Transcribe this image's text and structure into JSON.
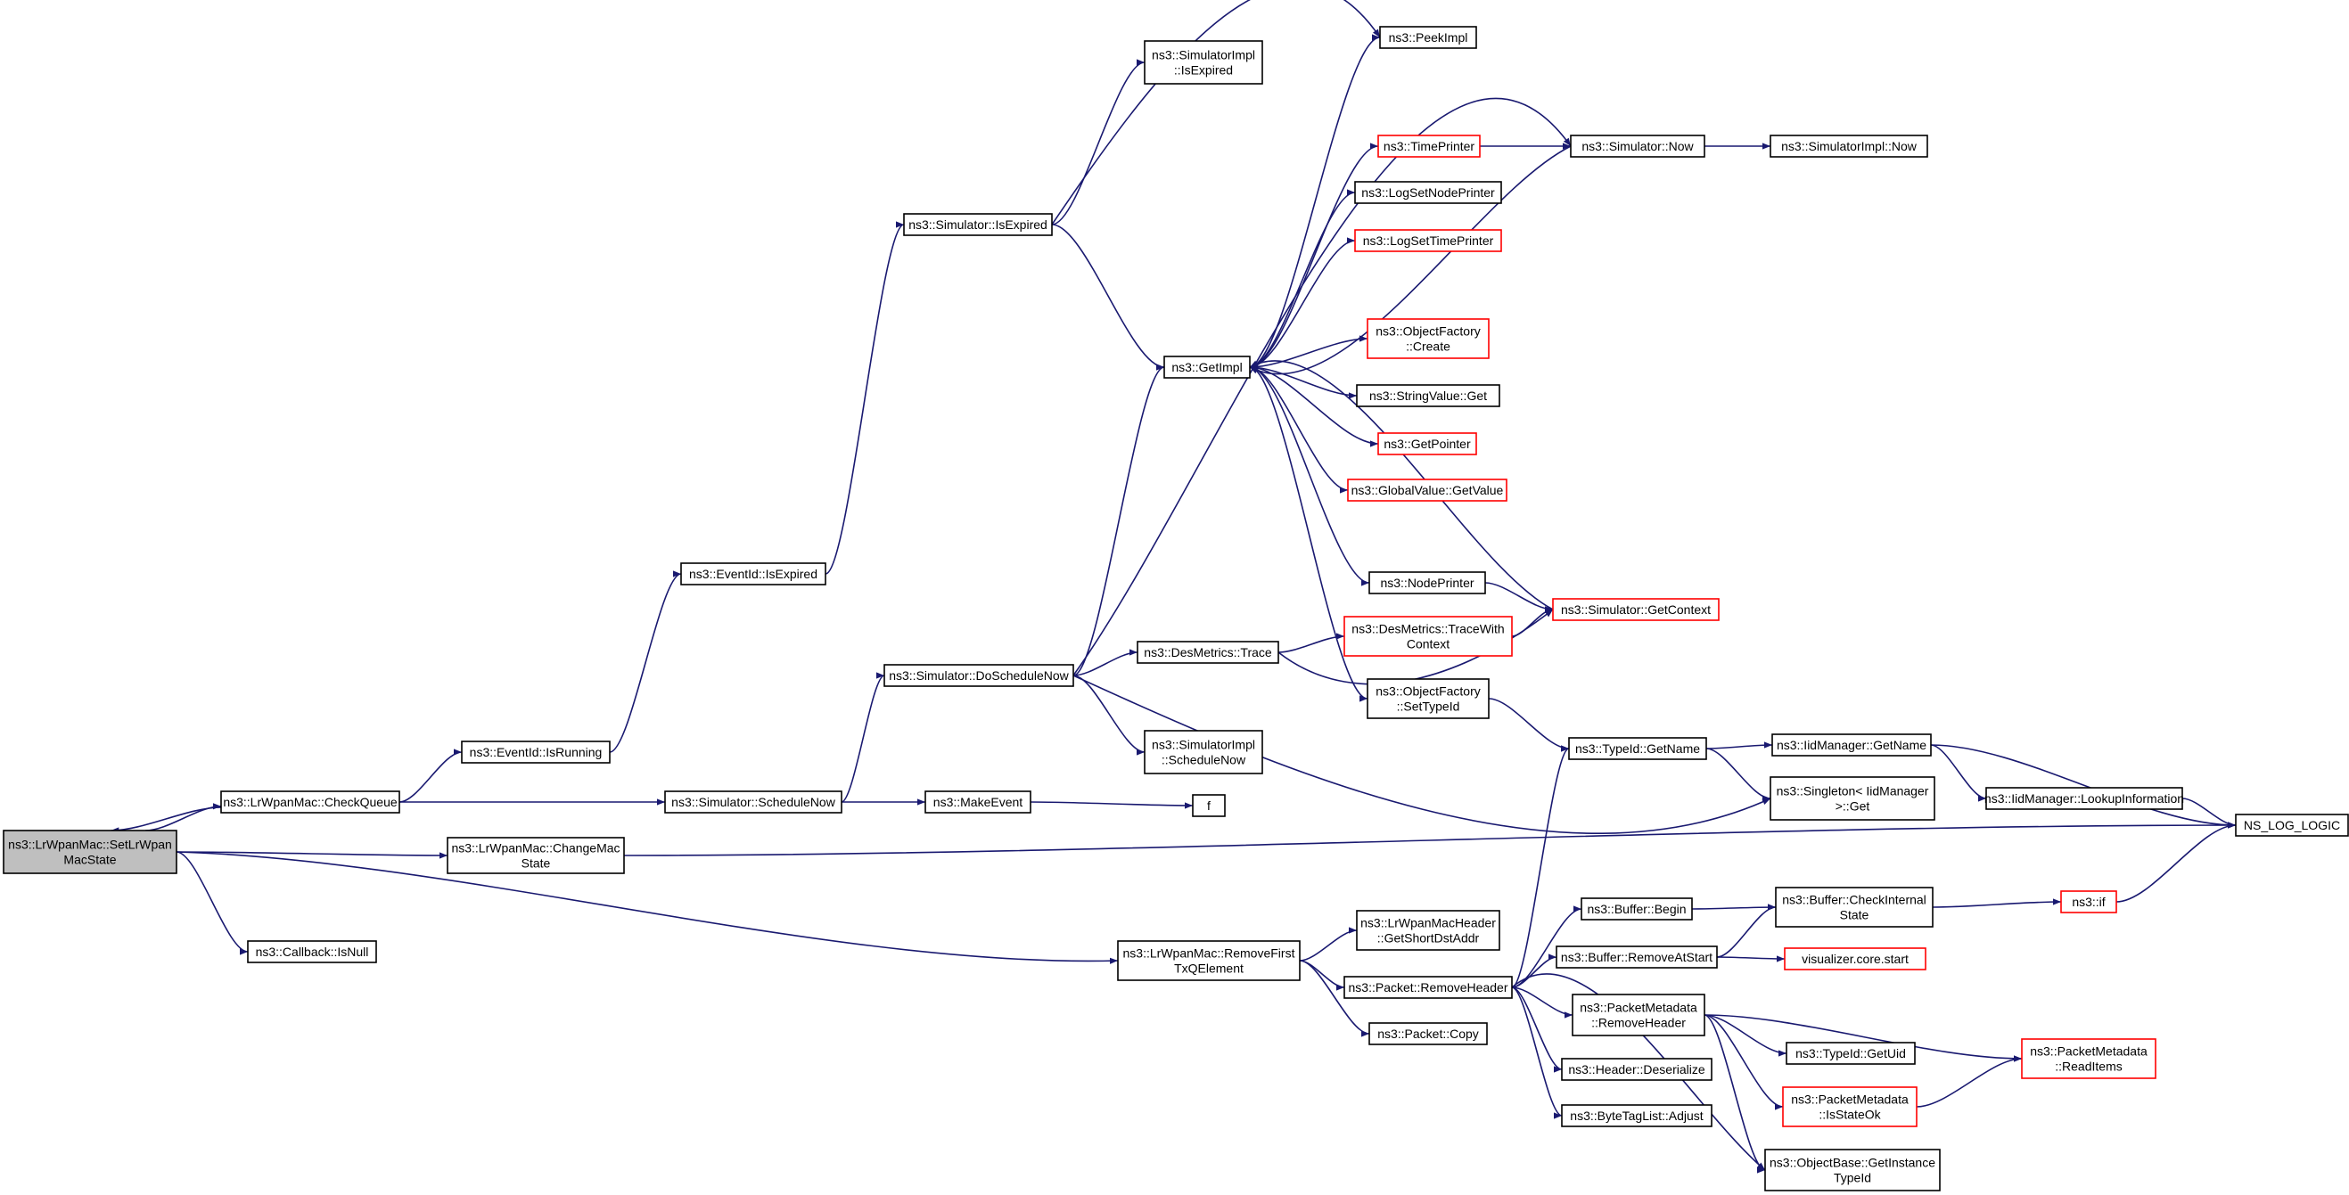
{
  "nodes": [
    {
      "id": "setstate",
      "lines": [
        "ns3::LrWpanMac::SetLrWpan",
        "MacState"
      ],
      "style": "root"
    },
    {
      "id": "checkqueue",
      "lines": [
        "ns3::LrWpanMac::CheckQueue"
      ],
      "style": "normal"
    },
    {
      "id": "changemac",
      "lines": [
        "ns3::LrWpanMac::ChangeMac",
        "State"
      ],
      "style": "normal"
    },
    {
      "id": "isnull",
      "lines": [
        "ns3::Callback::IsNull"
      ],
      "style": "normal"
    },
    {
      "id": "removefirst",
      "lines": [
        "ns3::LrWpanMac::RemoveFirst",
        "TxQElement"
      ],
      "style": "normal"
    },
    {
      "id": "isrunning",
      "lines": [
        "ns3::EventId::IsRunning"
      ],
      "style": "normal"
    },
    {
      "id": "evexpired",
      "lines": [
        "ns3::EventId::IsExpired"
      ],
      "style": "normal"
    },
    {
      "id": "simexpired",
      "lines": [
        "ns3::Simulator::IsExpired"
      ],
      "style": "normal"
    },
    {
      "id": "simplexp",
      "lines": [
        "ns3::SimulatorImpl",
        "::IsExpired"
      ],
      "style": "normal"
    },
    {
      "id": "peekimpl",
      "lines": [
        "ns3::PeekImpl"
      ],
      "style": "normal"
    },
    {
      "id": "getimpl",
      "lines": [
        "ns3::GetImpl"
      ],
      "style": "normal"
    },
    {
      "id": "schedulenow",
      "lines": [
        "ns3::Simulator::ScheduleNow"
      ],
      "style": "normal"
    },
    {
      "id": "doschedule",
      "lines": [
        "ns3::Simulator::DoScheduleNow"
      ],
      "style": "normal"
    },
    {
      "id": "makeevent",
      "lines": [
        "ns3::MakeEvent"
      ],
      "style": "normal"
    },
    {
      "id": "f",
      "lines": [
        "f"
      ],
      "style": "normal"
    },
    {
      "id": "destrace",
      "lines": [
        "ns3::DesMetrics::Trace"
      ],
      "style": "normal"
    },
    {
      "id": "simplsched",
      "lines": [
        "ns3::SimulatorImpl",
        "::ScheduleNow"
      ],
      "style": "normal"
    },
    {
      "id": "timeprinter",
      "lines": [
        "ns3::TimePrinter"
      ],
      "style": "red"
    },
    {
      "id": "simnow",
      "lines": [
        "ns3::Simulator::Now"
      ],
      "style": "normal"
    },
    {
      "id": "simplnow",
      "lines": [
        "ns3::SimulatorImpl::Now"
      ],
      "style": "normal"
    },
    {
      "id": "lognodeprinter",
      "lines": [
        "ns3::LogSetNodePrinter"
      ],
      "style": "normal"
    },
    {
      "id": "logtimeprinter",
      "lines": [
        "ns3::LogSetTimePrinter"
      ],
      "style": "red"
    },
    {
      "id": "objcreate",
      "lines": [
        "ns3::ObjectFactory",
        "::Create"
      ],
      "style": "red"
    },
    {
      "id": "stringget",
      "lines": [
        "ns3::StringValue::Get"
      ],
      "style": "normal"
    },
    {
      "id": "getpointer",
      "lines": [
        "ns3::GetPointer"
      ],
      "style": "red"
    },
    {
      "id": "globalget",
      "lines": [
        "ns3::GlobalValue::GetValue"
      ],
      "style": "red"
    },
    {
      "id": "nodeprinter",
      "lines": [
        "ns3::NodePrinter"
      ],
      "style": "normal"
    },
    {
      "id": "tracewith",
      "lines": [
        "ns3::DesMetrics::TraceWith",
        "Context"
      ],
      "style": "red"
    },
    {
      "id": "getcontext",
      "lines": [
        "ns3::Simulator::GetContext"
      ],
      "style": "red"
    },
    {
      "id": "settypeid",
      "lines": [
        "ns3::ObjectFactory",
        "::SetTypeId"
      ],
      "style": "normal"
    },
    {
      "id": "typegetname",
      "lines": [
        "ns3::TypeId::GetName"
      ],
      "style": "normal"
    },
    {
      "id": "iidgetname",
      "lines": [
        "ns3::IidManager::GetName"
      ],
      "style": "normal"
    },
    {
      "id": "singleton",
      "lines": [
        "ns3::Singleton< IidManager",
        " >::Get"
      ],
      "style": "normal"
    },
    {
      "id": "lookup",
      "lines": [
        "ns3::IidManager::LookupInformation"
      ],
      "style": "normal"
    },
    {
      "id": "nslog",
      "lines": [
        "NS_LOG_LOGIC"
      ],
      "style": "normal"
    },
    {
      "id": "getshort",
      "lines": [
        "ns3::LrWpanMacHeader",
        "::GetShortDstAddr"
      ],
      "style": "normal"
    },
    {
      "id": "removeheader",
      "lines": [
        "ns3::Packet::RemoveHeader"
      ],
      "style": "normal"
    },
    {
      "id": "pktcopy",
      "lines": [
        "ns3::Packet::Copy"
      ],
      "style": "normal"
    },
    {
      "id": "bufbegin",
      "lines": [
        "ns3::Buffer::Begin"
      ],
      "style": "normal"
    },
    {
      "id": "bufremove",
      "lines": [
        "ns3::Buffer::RemoveAtStart"
      ],
      "style": "normal"
    },
    {
      "id": "checkinternal",
      "lines": [
        "ns3::Buffer::CheckInternal",
        "State"
      ],
      "style": "normal"
    },
    {
      "id": "nsif",
      "lines": [
        "ns3::if"
      ],
      "style": "red"
    },
    {
      "id": "vizstart",
      "lines": [
        "visualizer.core.start"
      ],
      "style": "red"
    },
    {
      "id": "pmremove",
      "lines": [
        "ns3::PacketMetadata",
        "::RemoveHeader"
      ],
      "style": "normal"
    },
    {
      "id": "hdrdeser",
      "lines": [
        "ns3::Header::Deserialize"
      ],
      "style": "normal"
    },
    {
      "id": "bytetag",
      "lines": [
        "ns3::ByteTagList::Adjust"
      ],
      "style": "normal"
    },
    {
      "id": "getuid",
      "lines": [
        "ns3::TypeId::GetUid"
      ],
      "style": "normal"
    },
    {
      "id": "isstateok",
      "lines": [
        "ns3::PacketMetadata",
        "::IsStateOk"
      ],
      "style": "red"
    },
    {
      "id": "readitems",
      "lines": [
        "ns3::PacketMetadata",
        "::ReadItems"
      ],
      "style": "red"
    },
    {
      "id": "getinstance",
      "lines": [
        "ns3::ObjectBase::GetInstance",
        "TypeId"
      ],
      "style": "normal"
    }
  ],
  "edges": [
    [
      "setstate",
      "checkqueue"
    ],
    [
      "checkqueue",
      "setstate"
    ],
    [
      "setstate",
      "changemac"
    ],
    [
      "setstate",
      "isnull"
    ],
    [
      "setstate",
      "removefirst"
    ],
    [
      "checkqueue",
      "isrunning"
    ],
    [
      "checkqueue",
      "schedulenow"
    ],
    [
      "isrunning",
      "evexpired"
    ],
    [
      "evexpired",
      "simexpired"
    ],
    [
      "simexpired",
      "peekimpl"
    ],
    [
      "simexpired",
      "simplexp"
    ],
    [
      "simexpired",
      "getimpl"
    ],
    [
      "schedulenow",
      "doschedule"
    ],
    [
      "schedulenow",
      "makeevent"
    ],
    [
      "makeevent",
      "f"
    ],
    [
      "doschedule",
      "getimpl"
    ],
    [
      "doschedule",
      "simnow"
    ],
    [
      "doschedule",
      "destrace"
    ],
    [
      "doschedule",
      "simplsched"
    ],
    [
      "doschedule",
      "singleton"
    ],
    [
      "getimpl",
      "peekimpl"
    ],
    [
      "getimpl",
      "timeprinter"
    ],
    [
      "getimpl",
      "lognodeprinter"
    ],
    [
      "getimpl",
      "logtimeprinter"
    ],
    [
      "getimpl",
      "objcreate"
    ],
    [
      "getimpl",
      "stringget"
    ],
    [
      "getimpl",
      "getpointer"
    ],
    [
      "getimpl",
      "globalget"
    ],
    [
      "getimpl",
      "nodeprinter"
    ],
    [
      "getimpl",
      "settypeid"
    ],
    [
      "simnow",
      "getimpl"
    ],
    [
      "getcontext",
      "getimpl"
    ],
    [
      "timeprinter",
      "simnow"
    ],
    [
      "simnow",
      "simplnow"
    ],
    [
      "nodeprinter",
      "getcontext"
    ],
    [
      "destrace",
      "tracewith"
    ],
    [
      "destrace",
      "getcontext"
    ],
    [
      "tracewith",
      "getcontext"
    ],
    [
      "settypeid",
      "typegetname"
    ],
    [
      "typegetname",
      "iidgetname"
    ],
    [
      "typegetname",
      "singleton"
    ],
    [
      "iidgetname",
      "lookup"
    ],
    [
      "iidgetname",
      "nslog"
    ],
    [
      "lookup",
      "nslog"
    ],
    [
      "changemac",
      "nslog"
    ],
    [
      "removefirst",
      "getshort"
    ],
    [
      "removefirst",
      "removeheader"
    ],
    [
      "removefirst",
      "pktcopy"
    ],
    [
      "removeheader",
      "typegetname"
    ],
    [
      "removeheader",
      "bufbegin"
    ],
    [
      "removeheader",
      "bufremove"
    ],
    [
      "removeheader",
      "pmremove"
    ],
    [
      "removeheader",
      "hdrdeser"
    ],
    [
      "removeheader",
      "bytetag"
    ],
    [
      "removeheader",
      "getinstance"
    ],
    [
      "bufbegin",
      "checkinternal"
    ],
    [
      "bufremove",
      "checkinternal"
    ],
    [
      "bufremove",
      "vizstart"
    ],
    [
      "checkinternal",
      "nsif"
    ],
    [
      "nsif",
      "nslog"
    ],
    [
      "pmremove",
      "getuid"
    ],
    [
      "pmremove",
      "isstateok"
    ],
    [
      "pmremove",
      "readitems"
    ],
    [
      "pmremove",
      "getinstance"
    ],
    [
      "isstateok",
      "readitems"
    ]
  ],
  "colors": {
    "edge": "#191970",
    "node_border": "#000000",
    "red_border": "#ff0000",
    "root_fill": "#bfbfbf",
    "node_fill": "#ffffff"
  }
}
